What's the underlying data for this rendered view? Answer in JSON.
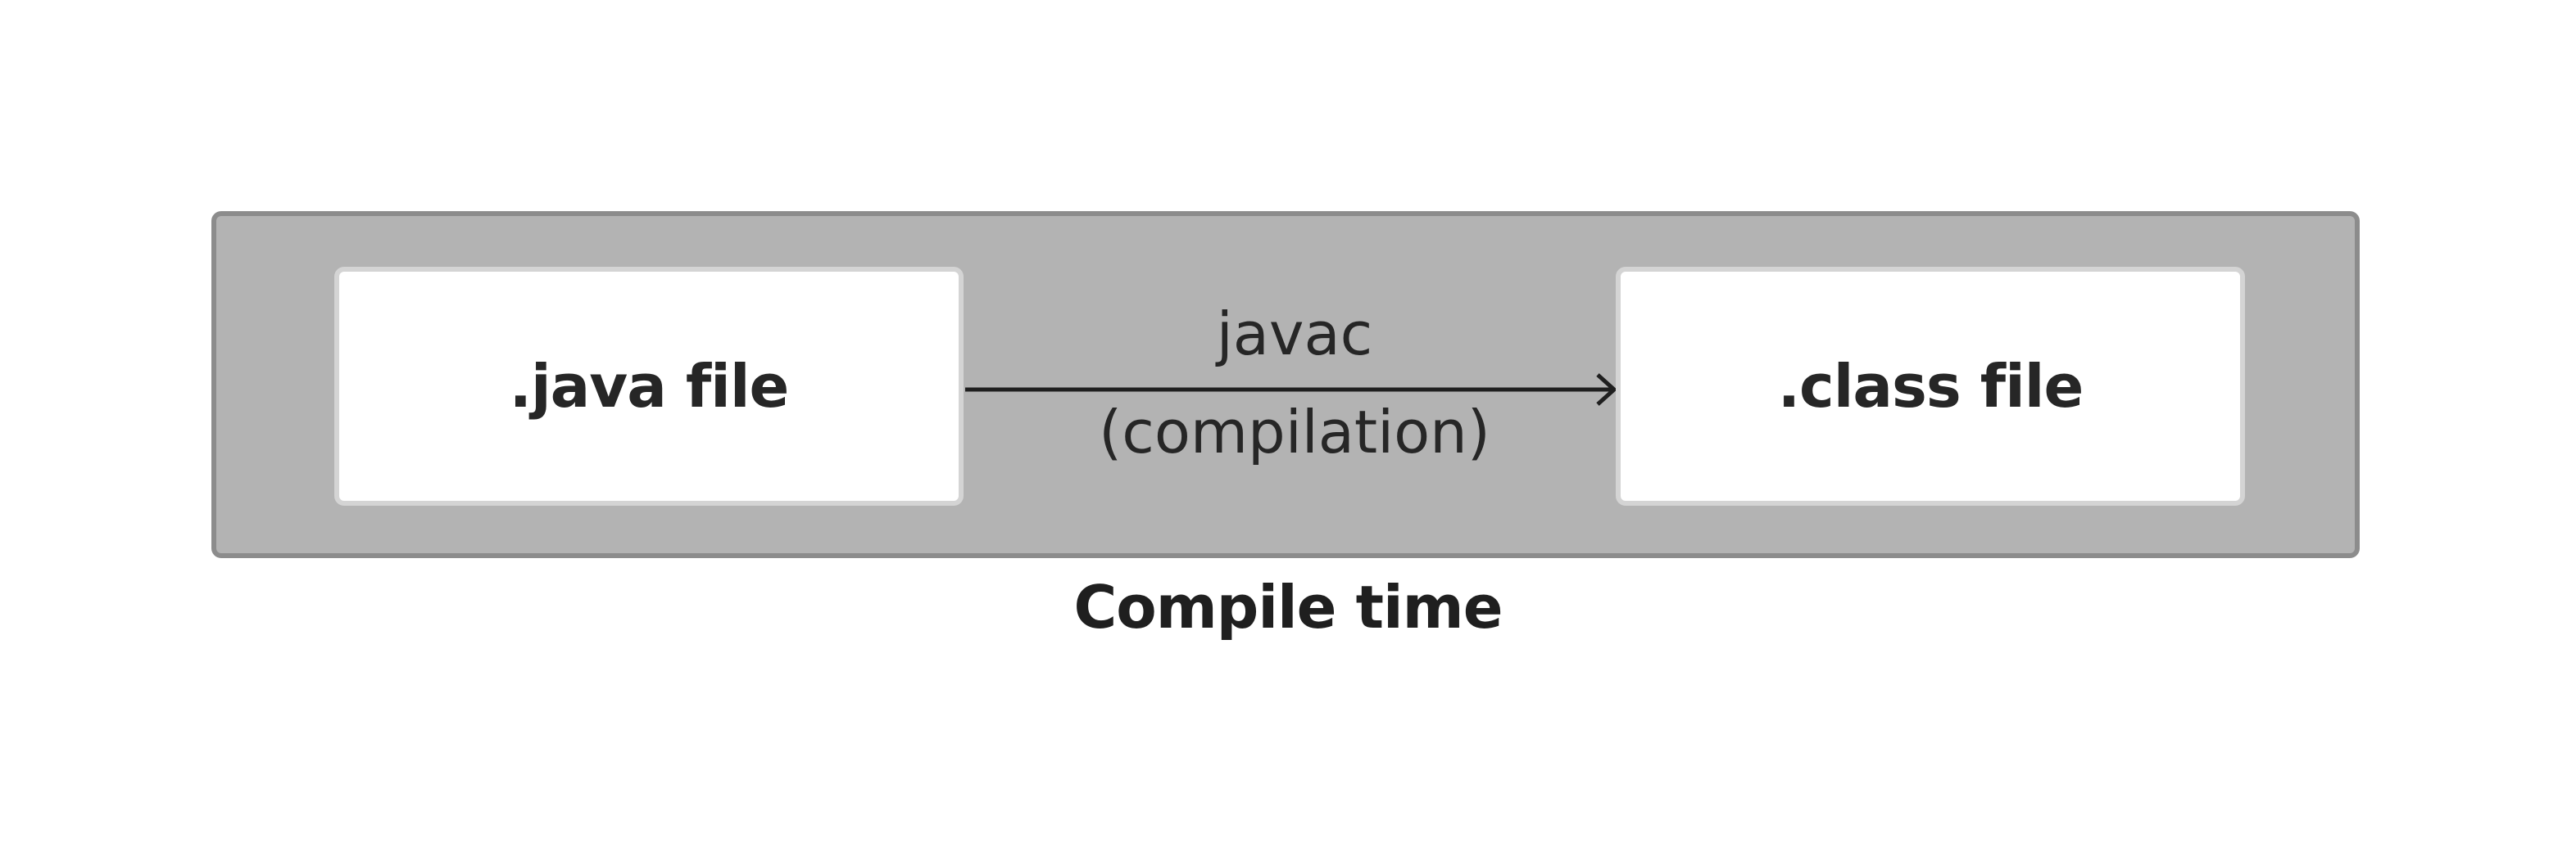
{
  "diagram": {
    "source_box": {
      "label": ".java file"
    },
    "target_box": {
      "label": ".class file"
    },
    "edge": {
      "label_above": "javac",
      "label_below": "(compilation)"
    },
    "caption": "Compile time"
  },
  "colors": {
    "container_fill": "#b3b3b3",
    "container_border": "#8c8c8c",
    "box_fill": "#ffffff",
    "box_border": "#d4d4d4",
    "text": "#262626",
    "arrow": "#1f1f1f"
  }
}
